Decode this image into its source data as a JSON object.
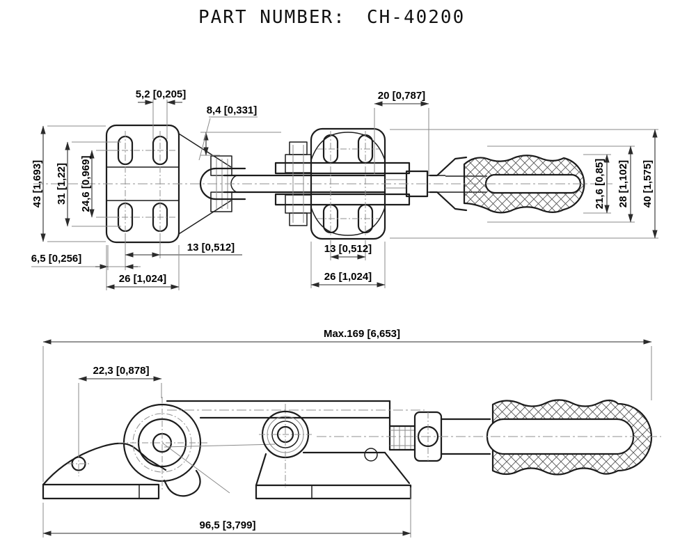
{
  "title": {
    "label": "PART NUMBER:",
    "value": "CH-40200"
  },
  "colors": {
    "outline": "#1c1c1c",
    "dimension_line": "#2b2b2b",
    "extension_line": "#8a8a8a",
    "centerline": "#8f8f8f",
    "hatch": "#555555",
    "text": "#000000",
    "background": "#ffffff"
  },
  "views": {
    "top": {
      "name": "top-view",
      "dims": {
        "slot_width": "5,2 [0,205]",
        "plate_offset": "8,4 [0,331]",
        "body_top_span": "20 [0,787]",
        "plate_height": "43 [1,693]",
        "slot_outer_span": "31 [1,22]",
        "slot_row_span": "24,6 [0,969]",
        "grip_width": "21,6 [0,85]",
        "fork_width": "28 [1,102]",
        "body_width": "40 [1,575]",
        "edge_offset": "6,5 [0,256]",
        "hole_spacing_left": "13 [0,512]",
        "plate_width_left": "26 [1,024]",
        "hole_spacing_right": "13 [0,512]",
        "plate_width_right": "26 [1,024]"
      }
    },
    "side": {
      "name": "side-view",
      "dims": {
        "max_length": "Max.169 [6,653]",
        "latch_offset": "22,3 [0,878]",
        "base_length": "96,5 [3,799]"
      }
    }
  }
}
